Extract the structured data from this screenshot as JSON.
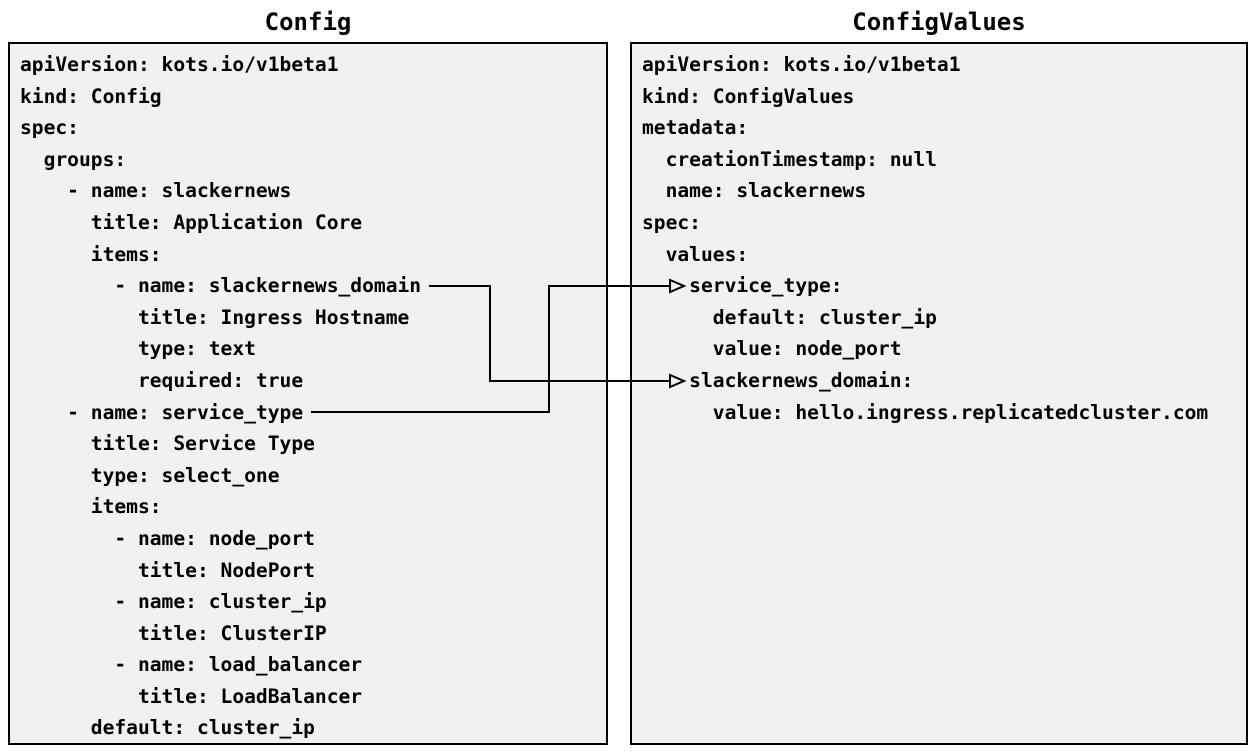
{
  "colors": {
    "page_background": "#ffffff",
    "panel_background": "#f1f1f0",
    "panel_border": "#000000",
    "text": "#000000",
    "connector": "#000000"
  },
  "panels": [
    {
      "id": "config",
      "title": "Config",
      "lines": [
        "apiVersion: kots.io/v1beta1",
        "kind: Config",
        "spec:",
        "  groups:",
        "    - name: slackernews",
        "      title: Application Core",
        "      items:",
        "        - name: slackernews_domain",
        "          title: Ingress Hostname",
        "          type: text",
        "          required: true",
        "    - name: service_type",
        "      title: Service Type",
        "      type: select_one",
        "      items:",
        "        - name: node_port",
        "          title: NodePort",
        "        - name: cluster_ip",
        "          title: ClusterIP",
        "        - name: load_balancer",
        "          title: LoadBalancer",
        "      default: cluster_ip"
      ]
    },
    {
      "id": "config-values",
      "title": "ConfigValues",
      "lines": [
        "apiVersion: kots.io/v1beta1",
        "kind: ConfigValues",
        "metadata:",
        "  creationTimestamp: null",
        "  name: slackernews",
        "spec:",
        "  values:",
        "    service_type:",
        "      default: cluster_ip",
        "      value: node_port",
        "    slackernews_domain:",
        "      value: hello.ingress.replicatedcluster.com"
      ]
    }
  ],
  "connections": [
    {
      "from_label": "slackernews_domain",
      "to_label": "slackernews_domain:"
    },
    {
      "from_label": "service_type",
      "to_label": "service_type:"
    }
  ]
}
